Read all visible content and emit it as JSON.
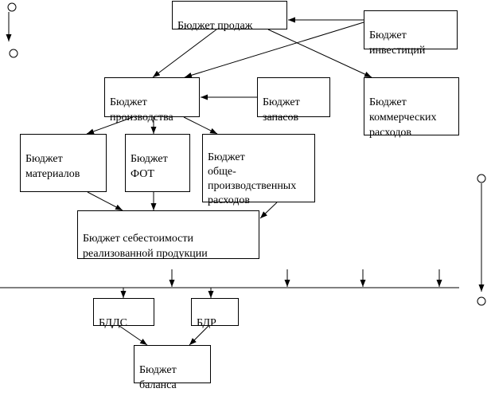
{
  "boxes": {
    "sales": "Бюджет продаж",
    "investments": "Бюджет\nинвестиций",
    "production": "Бюджет\nпроизводства",
    "inventory": "Бюджет\nзапасов",
    "commercial": "Бюджет\nкоммерческих\nрасходов",
    "materials": "Бюджет\nматериалов",
    "payroll": "Бюджет\nФОТ",
    "overhead": "Бюджет\nобще-\nпроизводственных\nрасходов",
    "cogs": "Бюджет себестоимости\nреализованной продукции",
    "cashflow": "БДДС",
    "income": "БДР",
    "balance": "Бюджет\nбаланса"
  }
}
